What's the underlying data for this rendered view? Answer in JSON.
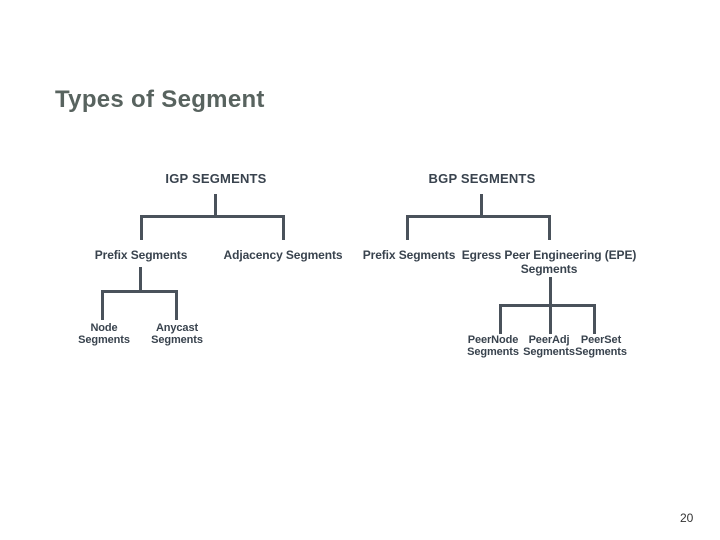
{
  "slide": {
    "title": "Types of Segment",
    "page_number": "20"
  },
  "trees": {
    "igp": {
      "root": "IGP SEGMENTS",
      "children": {
        "0": {
          "label": "Prefix Segments"
        },
        "1": {
          "label": "Adjacency Segments"
        }
      },
      "grandchildren": {
        "0": {
          "line1": "Node",
          "line2": "Segments"
        },
        "1": {
          "line1": "Anycast",
          "line2": "Segments"
        }
      }
    },
    "bgp": {
      "root": "BGP SEGMENTS",
      "children": {
        "0": {
          "label": "Prefix Segments"
        },
        "1": {
          "line1": "Egress Peer Engineering (EPE)",
          "line2": "Segments"
        }
      },
      "grandchildren": {
        "0": {
          "line1": "PeerNode",
          "line2": "Segments"
        },
        "1": {
          "line1": "PeerAdj",
          "line2": "Segments"
        },
        "2": {
          "line1": "PeerSet",
          "line2": "Segments"
        }
      }
    }
  },
  "colors": {
    "title_text": "#58635f",
    "diagram_text": "#39434e",
    "connector_line": "#4a525b",
    "background": "#ffffff"
  }
}
